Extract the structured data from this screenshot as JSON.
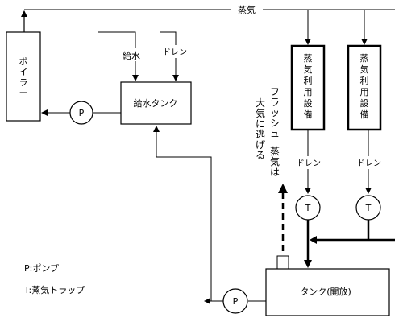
{
  "steam_label": "蒸気",
  "boiler": {
    "chars": [
      "ボ",
      "イ",
      "ラ",
      "ー"
    ]
  },
  "feedwater_tank_label": "給水タンク",
  "feedwater_label": "給水",
  "drain_label": "ドレン",
  "pump_symbol": "P",
  "trap_symbol": "T",
  "equipment": {
    "chars": [
      "蒸",
      "気",
      "利",
      "用",
      "設",
      "備"
    ]
  },
  "flash_note": {
    "line1": [
      "フ",
      "ラ",
      "ッ",
      "シ",
      "ュ",
      "",
      "蒸",
      "気",
      "は"
    ],
    "line2": [
      "大",
      "気",
      "に",
      "逃",
      "げ",
      "る"
    ]
  },
  "open_tank_label": "タンク(開放)",
  "legend": {
    "pump": "P:ポンプ",
    "trap": "T:蒸気トラップ"
  }
}
